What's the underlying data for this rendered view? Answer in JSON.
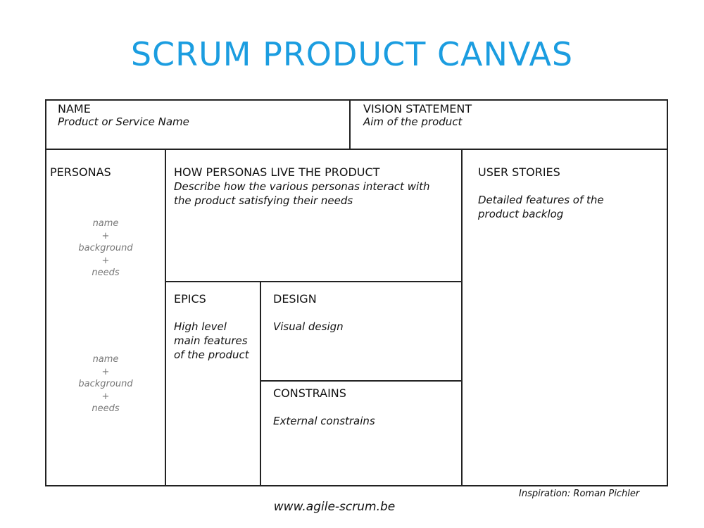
{
  "title": "SCRUM PRODUCT CANVAS",
  "name": {
    "heading": "NAME",
    "text": "Product or Service Name"
  },
  "vision": {
    "heading": "VISION STATEMENT",
    "text": "Aim of the product"
  },
  "personas": {
    "heading": "PERSONAS",
    "blocks": [
      [
        "name",
        "+",
        "background",
        "+",
        "needs"
      ],
      [
        "name",
        "+",
        "background",
        "+",
        "needs"
      ]
    ]
  },
  "how": {
    "heading": "HOW PERSONAS LIVE THE PRODUCT",
    "text": "Describe how the various personas interact with the product satisfying their needs"
  },
  "stories": {
    "heading": "USER STORIES",
    "text": "Detailed features of the product backlog"
  },
  "epics": {
    "heading": "EPICS",
    "text": "High level main features of the product"
  },
  "design": {
    "heading": "DESIGN",
    "text": "Visual design"
  },
  "constrains": {
    "heading": "CONSTRAINS",
    "text": "External constrains"
  },
  "footer": {
    "inspiration": "Inspiration: Roman Pichler",
    "url": "www.agile-scrum.be"
  }
}
